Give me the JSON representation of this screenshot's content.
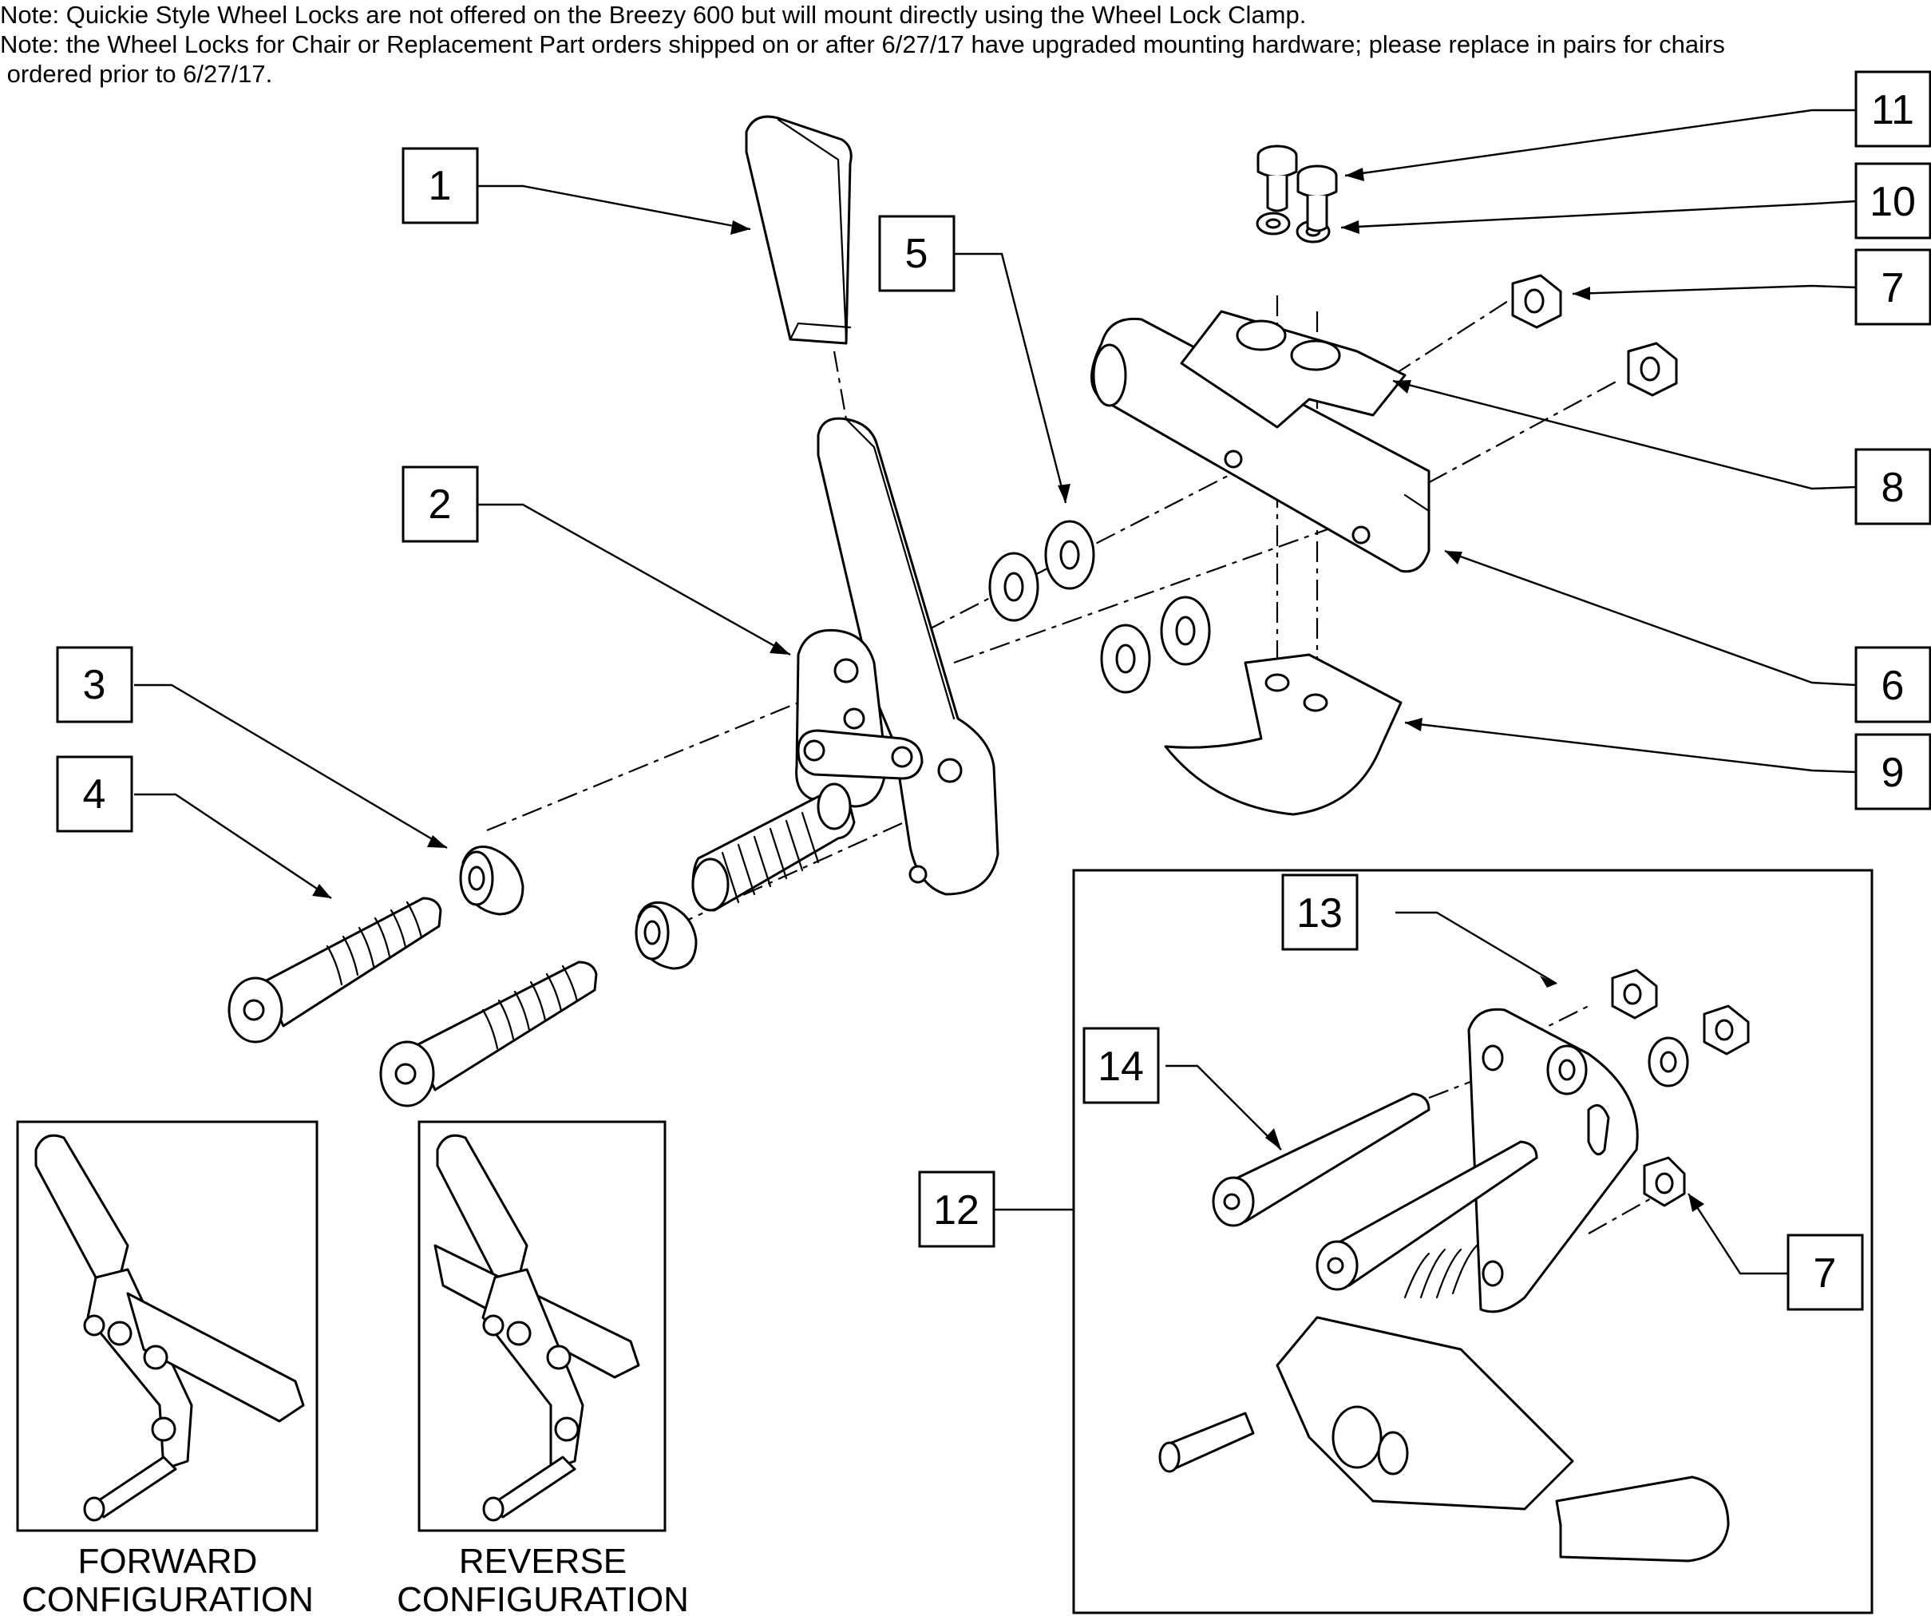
{
  "notes": [
    "Note: Quickie Style Wheel Locks are not offered on the Breezy 600 but will mount directly using the Wheel Lock Clamp.",
    "Note: the Wheel Locks for Chair or Replacement Part orders shipped on or after 6/27/17 have upgraded mounting hardware; please replace in pairs for chairs",
    " ordered prior to 6/27/17."
  ],
  "callouts": {
    "c1": "1",
    "c2": "2",
    "c3": "3",
    "c4": "4",
    "c5": "5",
    "c6": "6",
    "c7a": "7",
    "c7b": "7",
    "c8": "8",
    "c9": "9",
    "c10": "10",
    "c11": "11",
    "c12": "12",
    "c13": "13",
    "c14": "14"
  },
  "insets": {
    "forward": {
      "line1": "FORWARD",
      "line2": "CONFIGURATION"
    },
    "reverse": {
      "line1": "REVERSE",
      "line2": "CONFIGURATION"
    }
  }
}
